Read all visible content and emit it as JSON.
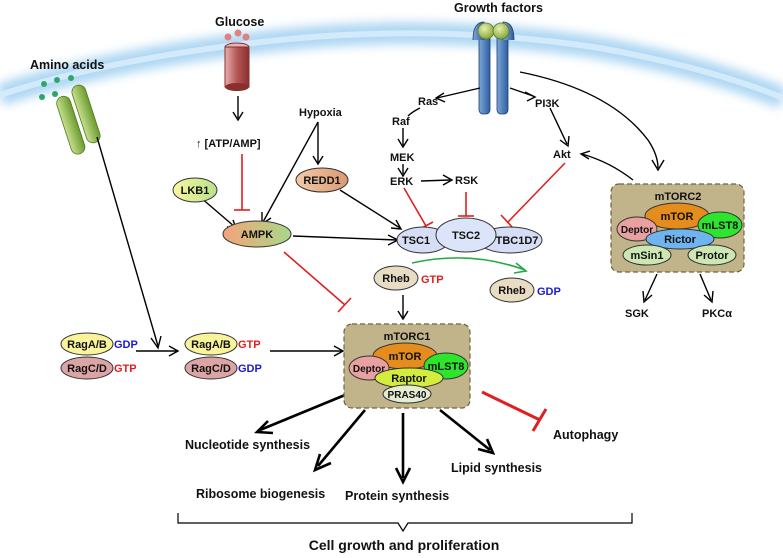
{
  "inputs": {
    "glucose": "Glucose",
    "growth_factors": "Growth factors",
    "amino_acids": "Amino acids",
    "hypoxia": "Hypoxia"
  },
  "nodes": {
    "atp_amp": "↑ [ATP/AMP]",
    "lkb1": "LKB1",
    "ampk": "AMPK",
    "redd1": "REDD1",
    "ras": "Ras",
    "raf": "Raf",
    "mek": "MEK",
    "erk": "ERK",
    "rsk": "RSK",
    "pi3k": "PI3K",
    "akt": "Akt",
    "tsc1": "TSC1",
    "tsc2": "TSC2",
    "tbc1d7": "TBC1D7",
    "rheb_gtp": "Rheb",
    "rheb_gdp": "Rheb",
    "gtp": "GTP",
    "gdp": "GDP",
    "ragab_left": "RagA/B",
    "ragcd_left": "RagC/D",
    "ragab_right": "RagA/B",
    "ragcd_right": "RagC/D",
    "sgk": "SGK",
    "pkca": "PKCα"
  },
  "mtorc1": {
    "title": "mTORC1",
    "mtor": "mTOR",
    "deptor": "Deptor",
    "mlst8": "mLST8",
    "raptor": "Raptor",
    "pras40": "PRAS40"
  },
  "mtorc2": {
    "title": "mTORC2",
    "mtor": "mTOR",
    "deptor": "Deptor",
    "mlst8": "mLST8",
    "rictor": "Rictor",
    "msin1": "mSin1",
    "protor": "Protor"
  },
  "outputs": {
    "nucleotide": "Nucleotide synthesis",
    "ribosome": "Ribosome biogenesis",
    "protein": "Protein synthesis",
    "lipid": "Lipid synthesis",
    "autophagy": "Autophagy",
    "cell_growth": "Cell growth and proliferation"
  },
  "colors": {
    "activation": "#000000",
    "inhibition": "#e02020",
    "rheb_cycle": "#22aa44",
    "gtp_text": "#e02020",
    "gdp_text": "#1a1ad0",
    "complex_box": "#c2b48a",
    "membrane": "#a9d4f2"
  }
}
